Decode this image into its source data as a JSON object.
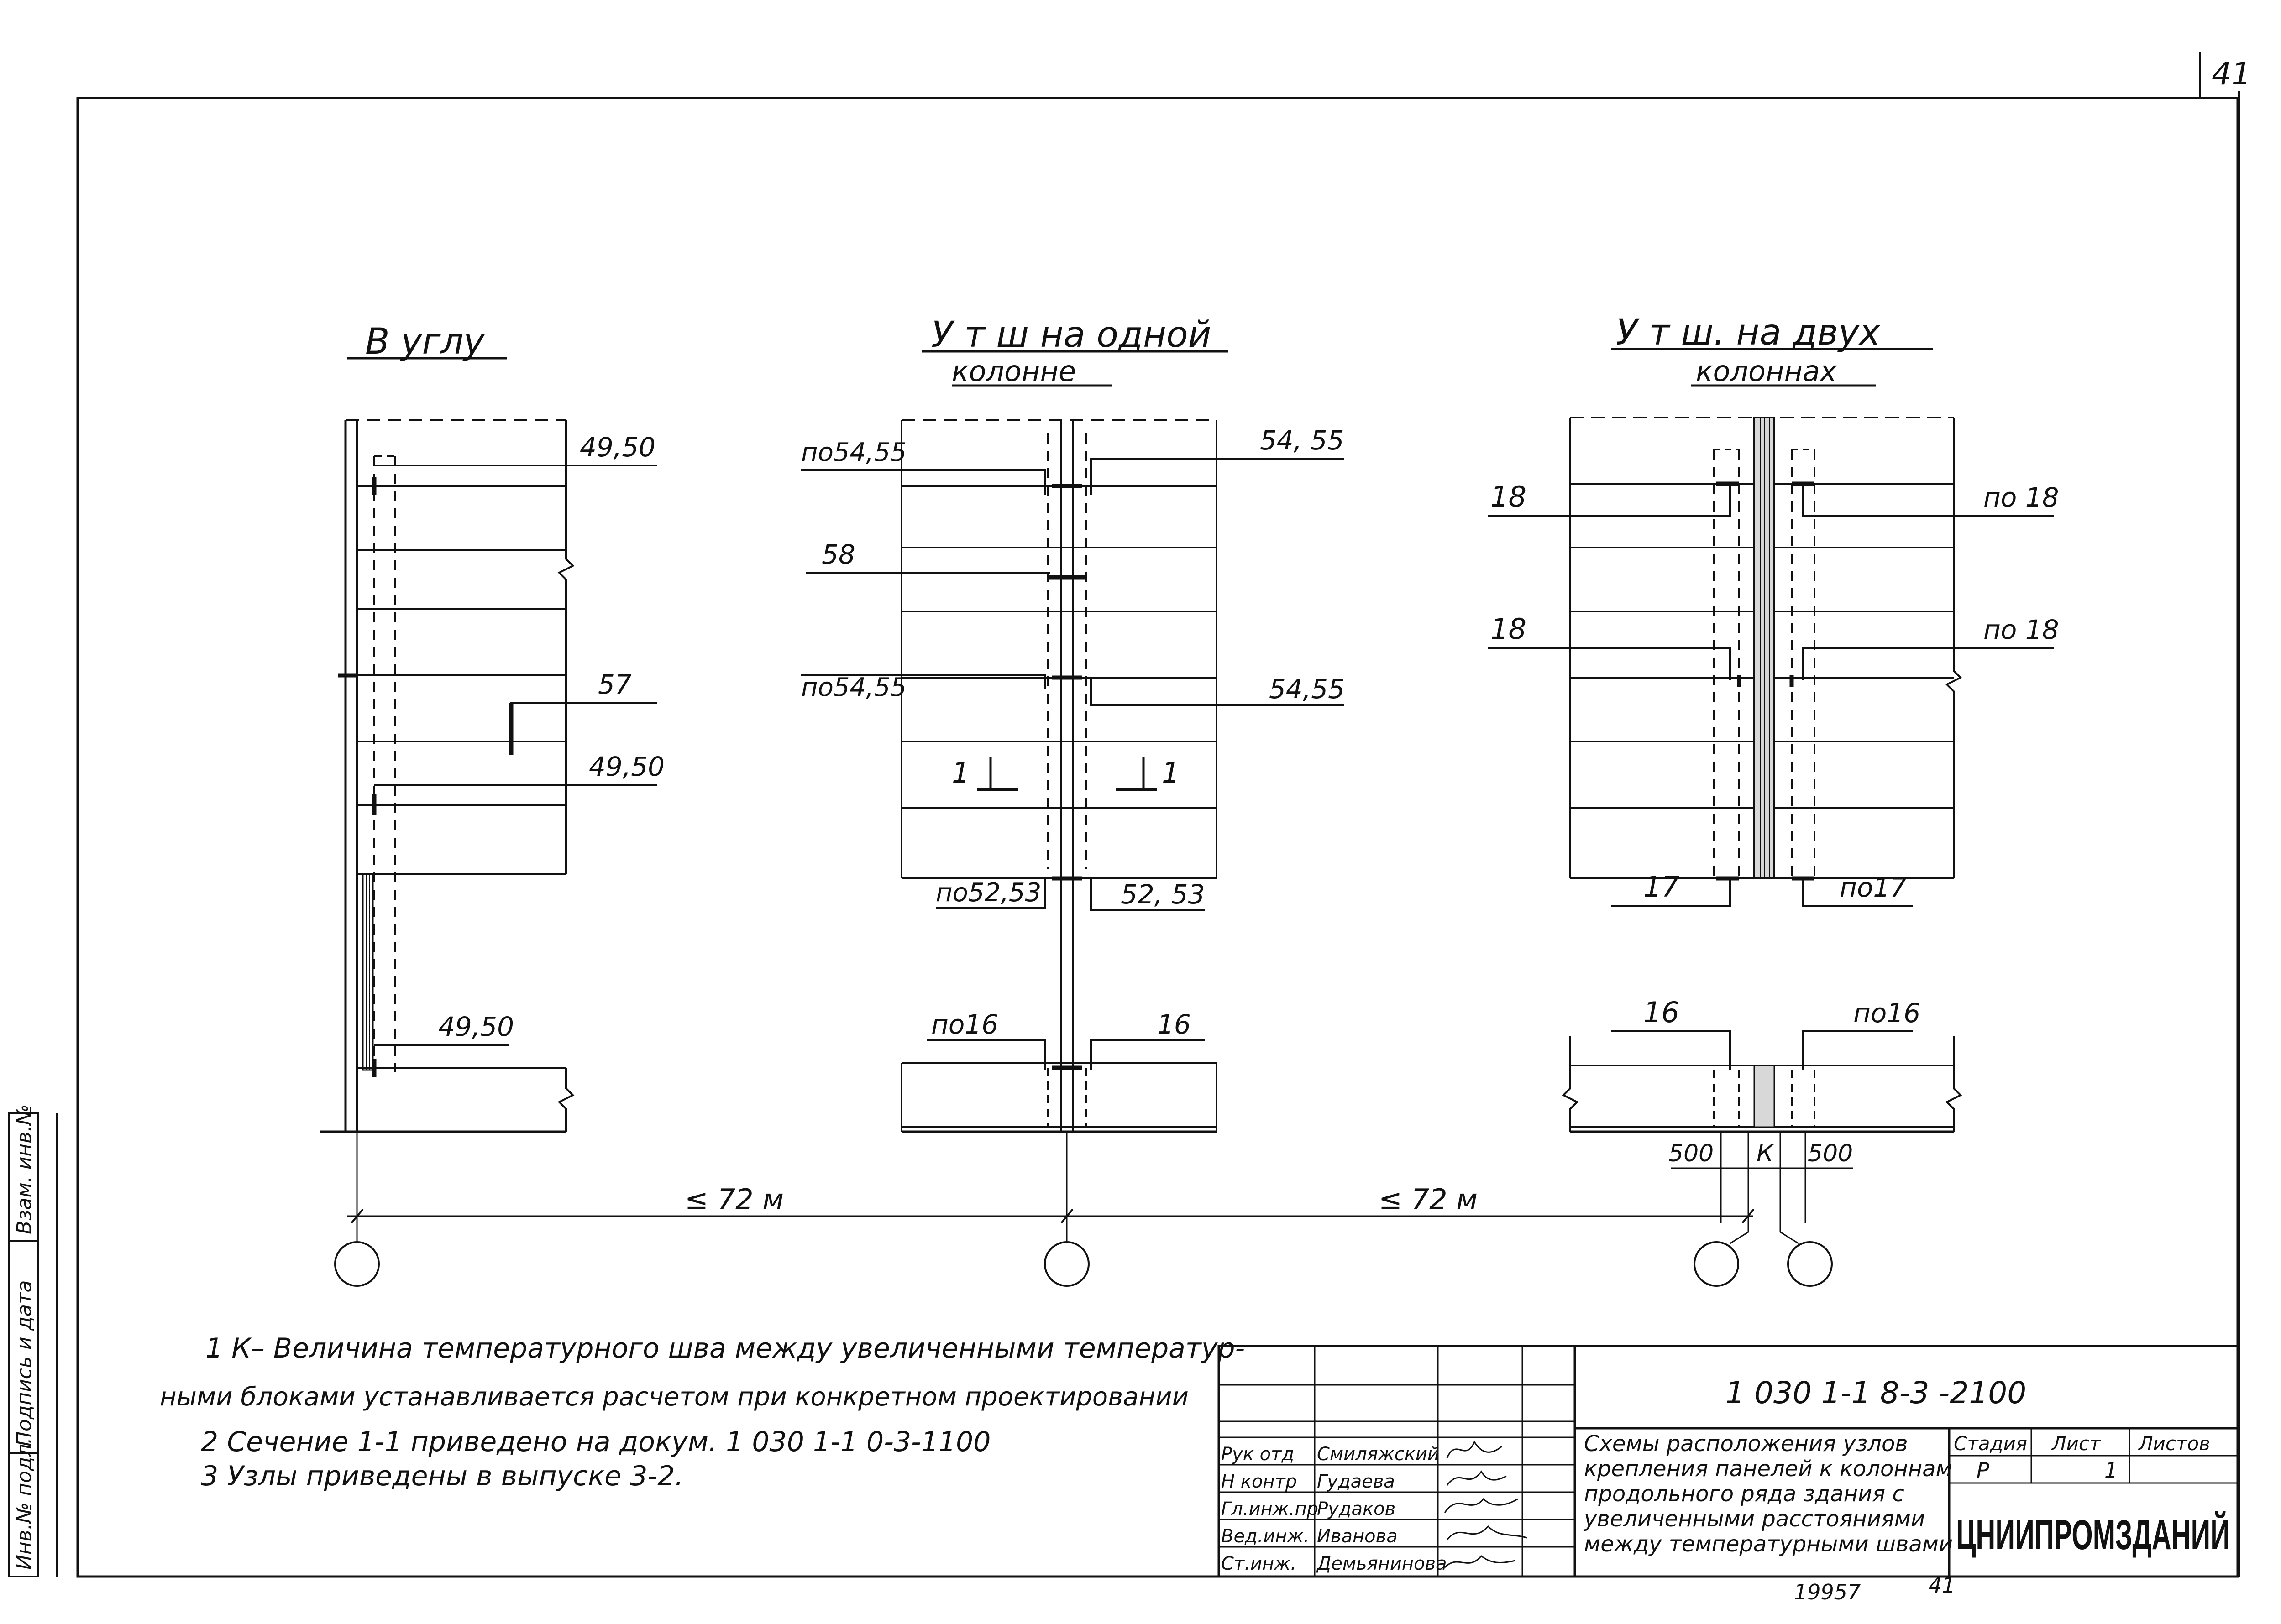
{
  "sheet_number": "41",
  "views": {
    "corner": {
      "title": "В углу",
      "labels": {
        "top": "49,50",
        "middle": "57",
        "lower": "49,50",
        "bottom": "49,50"
      }
    },
    "one_column": {
      "title_line1": "У т ш  на одной",
      "title_line2": "колонне",
      "labels": {
        "top_left": "по54,55",
        "top_right": "54, 55",
        "mid": "58",
        "mid_left": "по54,55",
        "mid_right": "54,55",
        "section_left": "1",
        "section_right": "1",
        "low_left": "по52,53",
        "low_right": "52, 53",
        "bottom_left": "по16",
        "bottom_right": "16"
      }
    },
    "two_columns": {
      "title_line1": "У т ш.  на двух",
      "title_line2": "колоннах",
      "labels": {
        "top_left": "18",
        "top_right": "по 18",
        "mid_left": "18",
        "mid_right": "по 18",
        "low_left": "17",
        "low_right": "по17",
        "bottom_left": "16",
        "bottom_right": "по16",
        "dim_left": "500",
        "dim_gap": "К",
        "dim_right": "500"
      }
    }
  },
  "spans": {
    "left": "≤ 72 м",
    "right": "≤ 72 м"
  },
  "notes": [
    "1  К– Величина температурного шва между увеличенными температур-",
    "ными блоками устанавливается расчетом при конкретном проектировании",
    "2  Сечение 1-1 приведено на докум. 1 030 1-1 0-3-1100",
    "3  Узлы приведены в выпуске 3-2."
  ],
  "side_stamp": [
    "Инв.№ подл.",
    "Подпись и дата",
    "Взам. инв.№"
  ],
  "title_block": {
    "doc_code": "1 030 1-1 8-3  -2100",
    "title_lines": [
      "Схемы расположения узлов",
      "крепления панелей к колоннам",
      "продольного ряда здания с",
      "увеличенными расстояниями",
      "между температурными швами"
    ],
    "stage_label": "Стадия",
    "sheet_label": "Лист",
    "sheets_label": "Листов",
    "stage": "Р",
    "sheet": "1",
    "org": "ЦНИИПРОМЗДАНИЙ",
    "people": [
      {
        "role": "Рук отд",
        "name": "Смиляжский"
      },
      {
        "role": "Н контр",
        "name": "Гудаева"
      },
      {
        "role": "Гл.инж.пр",
        "name": "Рудаков"
      },
      {
        "role": "Вед.инж.",
        "name": "Иванова"
      },
      {
        "role": "Ст.инж.",
        "name": "Демьянинова"
      }
    ]
  },
  "bottom_marks": {
    "number": "19957",
    "page": "41"
  }
}
